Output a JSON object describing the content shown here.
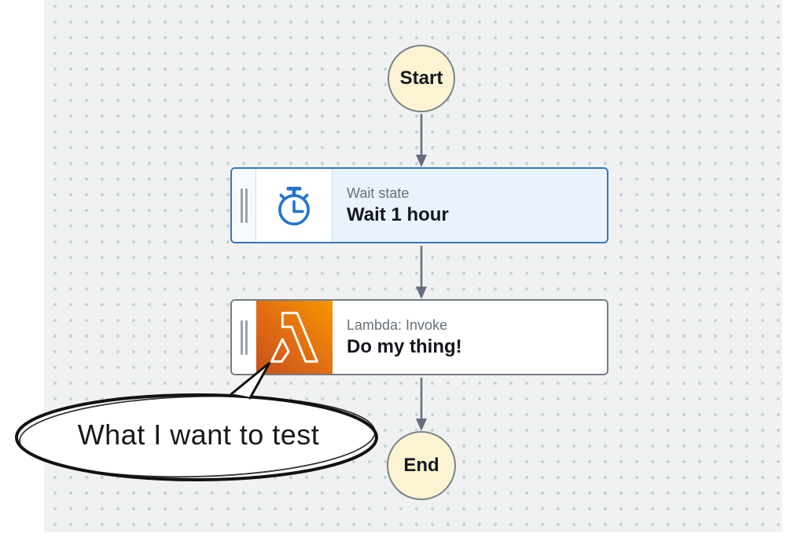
{
  "diagram": {
    "start": {
      "label": "Start"
    },
    "states": [
      {
        "type_label": "Wait state",
        "name": "Wait 1 hour",
        "icon": "stopwatch-icon",
        "selected": true
      },
      {
        "type_label": "Lambda: Invoke",
        "name": "Do my thing!",
        "icon": "lambda-icon",
        "selected": false
      }
    ],
    "end": {
      "label": "End"
    },
    "callout": {
      "text": "What I want to test"
    }
  },
  "colors": {
    "selected_node_border": "#3178bd",
    "node_border": "#767c84",
    "terminal_state_fill": "#fbf3d1",
    "wait_icon_blue": "#2074d5",
    "lambda_orange_dark": "#c8511b",
    "lambda_orange_light": "#f89500",
    "arrow_gray": "#646f7d",
    "canvas_bg": "#f0f1f1",
    "grid_dot": "#c7d0d8"
  }
}
